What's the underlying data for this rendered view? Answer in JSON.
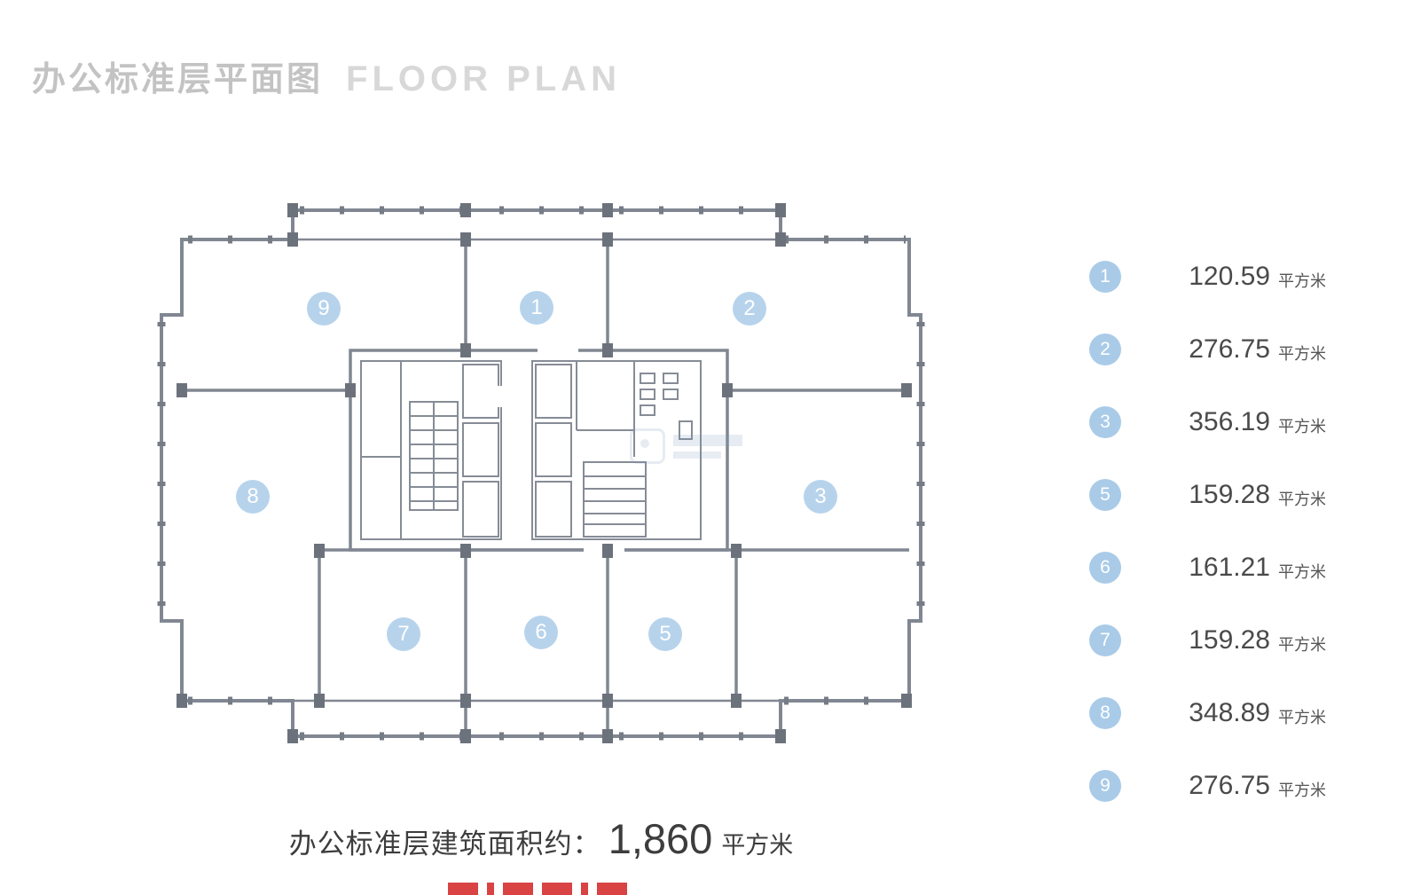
{
  "header": {
    "title_zh": "办公标准层平面图",
    "title_en": "FLOOR PLAN"
  },
  "plan": {
    "units": [
      {
        "num": "9"
      },
      {
        "num": "1"
      },
      {
        "num": "2"
      },
      {
        "num": "8"
      },
      {
        "num": "3"
      },
      {
        "num": "7"
      },
      {
        "num": "6"
      },
      {
        "num": "5"
      }
    ]
  },
  "legend": {
    "items": [
      {
        "num": "1",
        "area": "120.59",
        "unit": "平方米"
      },
      {
        "num": "2",
        "area": "276.75",
        "unit": "平方米"
      },
      {
        "num": "3",
        "area": "356.19",
        "unit": "平方米"
      },
      {
        "num": "5",
        "area": "159.28",
        "unit": "平方米"
      },
      {
        "num": "6",
        "area": "161.21",
        "unit": "平方米"
      },
      {
        "num": "7",
        "area": "159.28",
        "unit": "平方米"
      },
      {
        "num": "8",
        "area": "348.89",
        "unit": "平方米"
      },
      {
        "num": "9",
        "area": "276.75",
        "unit": "平方米"
      }
    ]
  },
  "footer": {
    "label": "办公标准层建筑面积约：",
    "value": "1,860",
    "unit": "平方米"
  },
  "colors": {
    "badge_blue": "#aecde9",
    "wall_gray": "#818792",
    "column_gray": "#6c727c",
    "title_gray": "#c3c3c3",
    "text_dark": "#3d3d3d"
  }
}
